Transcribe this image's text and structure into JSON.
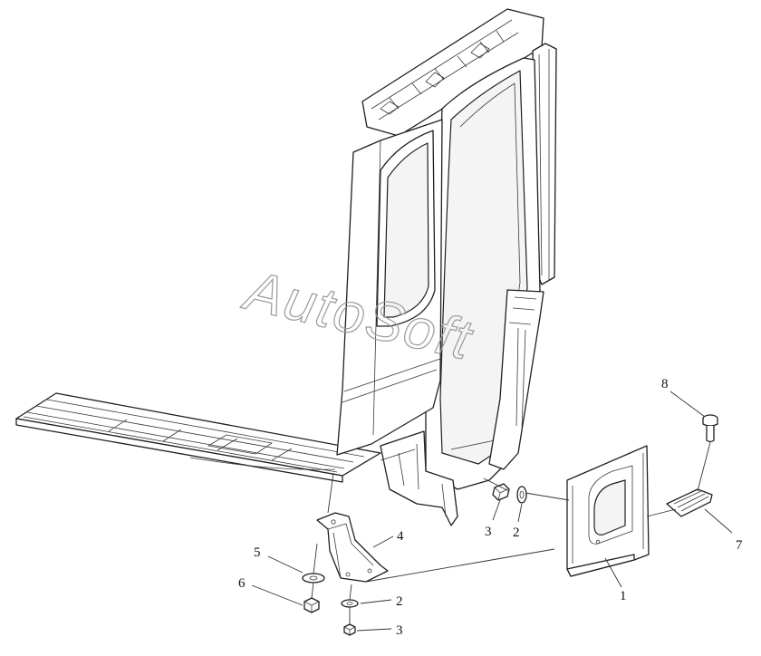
{
  "watermark": "AutoSoft",
  "callouts": {
    "c1": "1",
    "c2a": "2",
    "c2b": "2",
    "c3a": "3",
    "c3b": "3",
    "c4": "4",
    "c5": "5",
    "c6": "6",
    "c7": "7",
    "c8": "8"
  }
}
